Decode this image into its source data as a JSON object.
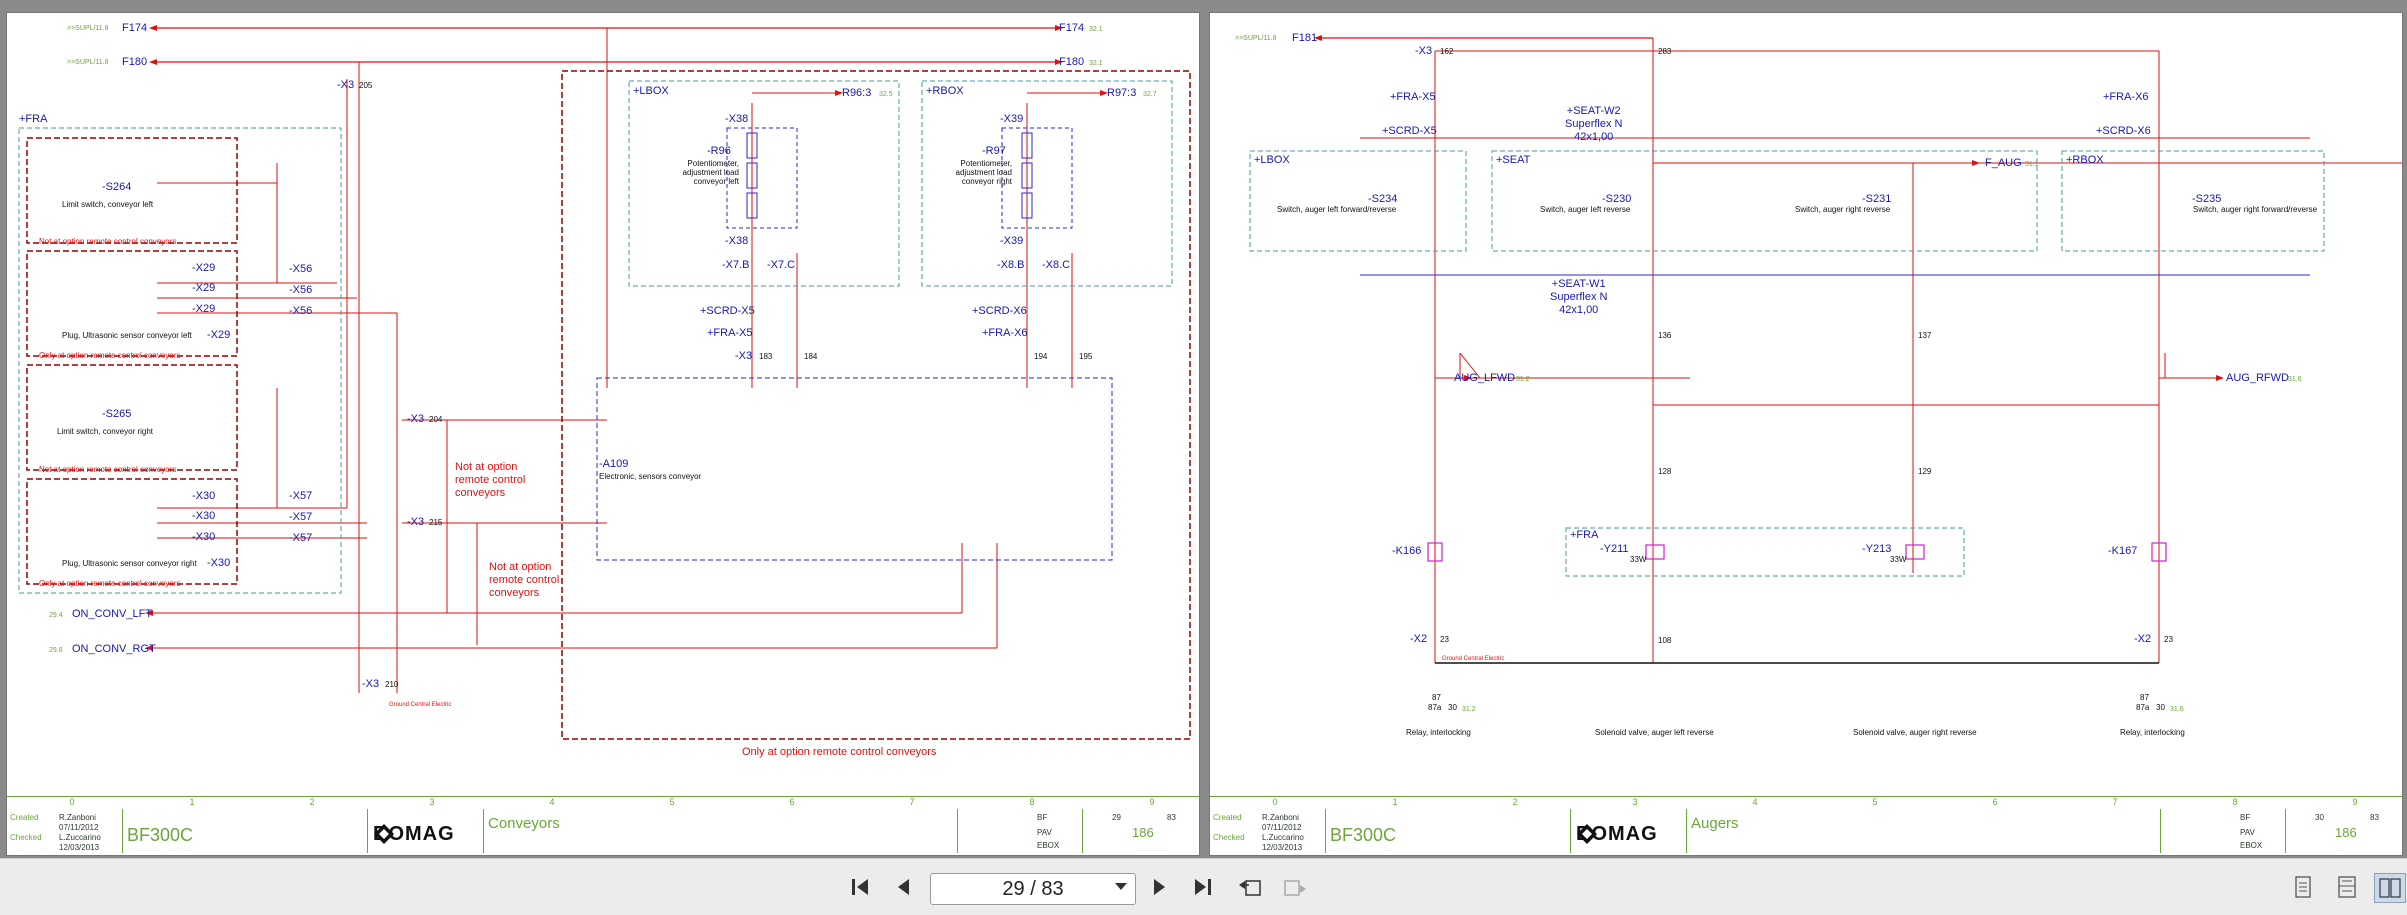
{
  "left_page": {
    "signals_out": [
      {
        "ref": ">>SUPL/11.8",
        "name": "F174",
        "target": "F174",
        "target_ref": "32.1"
      },
      {
        "ref": ">>SUPL/11.8",
        "name": "F180",
        "target": "F180",
        "target_ref": "32.1"
      }
    ],
    "signals_in": [
      {
        "ref": "29.4",
        "name": "ON_CONV_LFT"
      },
      {
        "ref": "29.8",
        "name": "ON_CONV_RGT"
      }
    ],
    "fra_label": "+FRA",
    "switch_left": {
      "tag": "-S264",
      "desc": "Limit switch, conveyor left"
    },
    "switch_right": {
      "tag": "-S265",
      "desc": "Limit switch, conveyor right"
    },
    "plug_left": {
      "desc": "Plug, Ultrasonic sensor conveyor left",
      "tag": "-X29",
      "pins": [
        "-X29",
        "-X29",
        "-X29"
      ]
    },
    "plug_right": {
      "desc": "Plug, Ultrasonic sensor conveyor right",
      "tag": "-X30",
      "pins": [
        "-X30",
        "-X30",
        "-X30"
      ]
    },
    "option_note": "Only at option remote control conveyors",
    "not_option_note": "Not at option remote control conveyors",
    "x56": [
      "-X56",
      "-X56",
      "-X56"
    ],
    "x57": [
      "-X57",
      "-X57",
      "-X57"
    ],
    "x3_terms": {
      "t205": "205",
      "t204": "204",
      "t215": "215",
      "t210": "210",
      "x3": "-X3"
    },
    "ground": "Ground Central Electric",
    "lbox": {
      "label": "+LBOX",
      "pot": "-R96",
      "pot_desc": "Potentiometer, adjustment load conveyor left",
      "ref": "R96:3",
      "ref_page": "32.5",
      "x38": "-X38",
      "x7b": "-X7.B",
      "x7c": "-X7.C",
      "scrd": "+SCRD-X5",
      "fra": "+FRA-X5",
      "x3": "-X3",
      "t1": "183",
      "t2": "184"
    },
    "rbox": {
      "label": "+RBOX",
      "pot": "-R97",
      "pot_desc": "Potentiometer, adjustment load conveyor right",
      "ref": "R97:3",
      "ref_page": "32.7",
      "x39": "-X39",
      "x8b": "-X8.B",
      "x8c": "-X8.C",
      "scrd": "+SCRD-X6",
      "fra": "+FRA-X6",
      "t1": "194",
      "t2": "195"
    },
    "a109": {
      "tag": "-A109",
      "desc": "Electronic, sensors conveyor"
    },
    "bottom_note": "Only at option remote control conveyors",
    "title": {
      "created_label": "Created",
      "created_by": "R.Zanboni",
      "created_date": "07/11/2012",
      "checked_label": "Checked",
      "checked_by": "L.Zuccarino",
      "checked_date": "12/03/2013",
      "model": "BF300C",
      "description": "Conveyors",
      "fn_code": "BF",
      "loc1": "PAV",
      "loc2": "EBOX",
      "page": "29",
      "of": "83",
      "total": "186"
    }
  },
  "right_page": {
    "signal_out": {
      "ref": ">>SUPL/11.8",
      "name": "F181"
    },
    "x3_top": {
      "tag": "-X3",
      "t1": "162",
      "t2": "283"
    },
    "fra_x5": "+FRA-X5",
    "fra_x6": "+FRA-X6",
    "scrd_x5": "+SCRD-X5",
    "scrd_x6": "+SCRD-X6",
    "seat_w2": [
      "+SEAT-W2",
      "Superflex N",
      "42x1,00"
    ],
    "seat_w1": [
      "+SEAT-W1",
      "Superflex N",
      "42x1,00"
    ],
    "lbox": "+LBOX",
    "seat": "+SEAT",
    "rbox": "+RBOX",
    "s234": {
      "tag": "-S234",
      "desc": "Switch, auger left forward/reverse"
    },
    "s230": {
      "tag": "-S230",
      "desc": "Switch, auger left reverse"
    },
    "s231": {
      "tag": "-S231",
      "desc": "Switch, auger right reverse"
    },
    "s235": {
      "tag": "-S235",
      "desc": "Switch, auger right forward/reverse"
    },
    "f_aug": {
      "name": "F_AUG",
      "ref": "31.1"
    },
    "aug_lfwd": {
      "name": "AUG_LFWD",
      "ref": "31.2"
    },
    "aug_rfwd": {
      "name": "AUG_RFWD",
      "ref": "31.6"
    },
    "x3_terms": [
      "136",
      "137",
      "128",
      "129",
      "108"
    ],
    "x2": {
      "tag": "-X2",
      "t": "23"
    },
    "k166": "-K166",
    "k167": "-K167",
    "y211": {
      "tag": "-Y211",
      "w": "33W"
    },
    "y213": {
      "tag": "-Y213",
      "w": "33W"
    },
    "fra": "+FRA",
    "relay_ref_l": {
      "a": "87",
      "b": "87a",
      "c": "30",
      "ref": "31.2"
    },
    "relay_ref_r": {
      "a": "87",
      "b": "87a",
      "c": "30",
      "ref": "31.6"
    },
    "captions": [
      "Relay, interlocking",
      "Solenoid valve, auger left reverse",
      "Solenoid valve, auger right reverse",
      "Relay, interlocking"
    ],
    "ground": "Ground Central Electric",
    "title": {
      "created_label": "Created",
      "created_by": "R.Zanboni",
      "created_date": "07/11/2012",
      "checked_label": "Checked",
      "checked_by": "L.Zuccarino",
      "checked_date": "12/03/2013",
      "model": "BF300C",
      "description": "Augers",
      "fn_code": "BF",
      "loc1": "PAV",
      "loc2": "EBOX",
      "page": "30",
      "of": "83",
      "total": "186"
    }
  },
  "toolbar": {
    "page_indicator": "29 / 83"
  },
  "colors": {
    "wire": "#dd1111",
    "label": "#1818b0",
    "green": "#6aa63a",
    "box": "#4a9a9a"
  }
}
